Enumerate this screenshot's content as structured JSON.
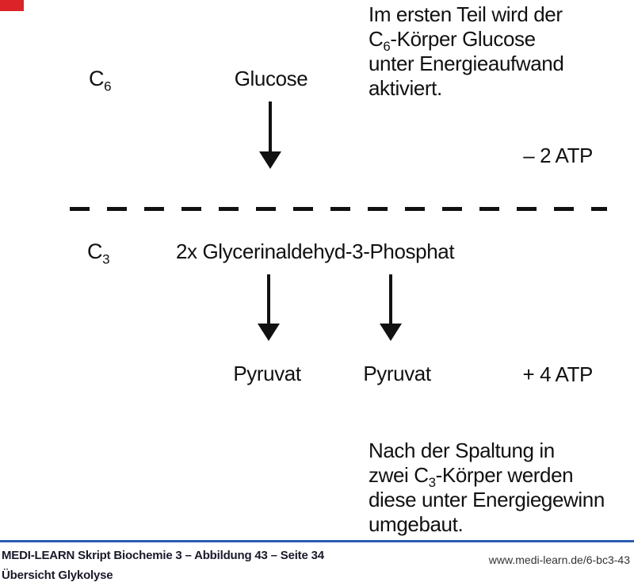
{
  "brand": {
    "corner_color": "#dc2327",
    "footer_line_color": "#2a5db4"
  },
  "diagram": {
    "c6_label": {
      "base": "C",
      "sub": "6"
    },
    "glucose_label": "Glucose",
    "note_top": {
      "line1": "Im ersten Teil wird der",
      "line2_pre": "C",
      "line2_sub": "6",
      "line2_post": "-Körper Glucose",
      "line3": "unter Energieaufwand",
      "line4": "aktiviert."
    },
    "atp_minus": "– 2 ATP",
    "c3_label": {
      "base": "C",
      "sub": "3"
    },
    "gap_label": "2x Glycerinaldehyd-3-Phosphat",
    "pyruvat_left": "Pyruvat",
    "pyruvat_right": "Pyruvat",
    "atp_plus": "+ 4 ATP",
    "note_bottom": {
      "line1": "Nach der Spaltung in",
      "line2_pre": "zwei C",
      "line2_sub": "3",
      "line2_post": "-Körper werden",
      "line3": "diese unter Energiegewinn",
      "line4": "umgebaut."
    }
  },
  "footer": {
    "source_line": "MEDI-LEARN Skript Biochemie 3 – Abbildung 43 – Seite 34",
    "title": "Übersicht Glykolyse",
    "url": "www.medi-learn.de/6-bc3-43"
  }
}
